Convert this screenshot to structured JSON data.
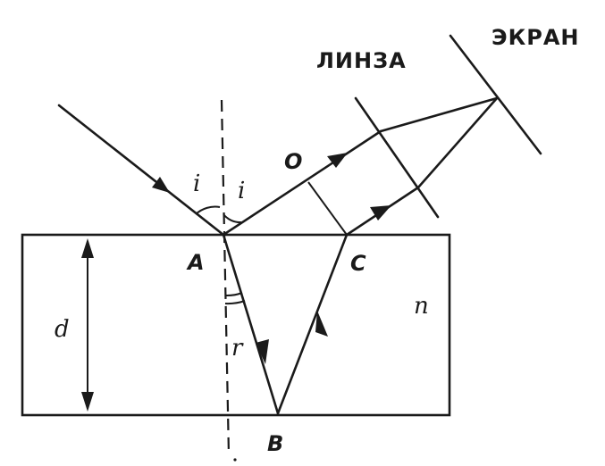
{
  "labels": {
    "screen": "ЭКРАН",
    "lens": "ЛИНЗА",
    "point_o": "O",
    "point_a": "A",
    "point_b": "B",
    "point_c": "C",
    "angle_i_left": "i",
    "angle_i_right": "i",
    "angle_r": "r",
    "thickness": "d",
    "index": "n"
  }
}
